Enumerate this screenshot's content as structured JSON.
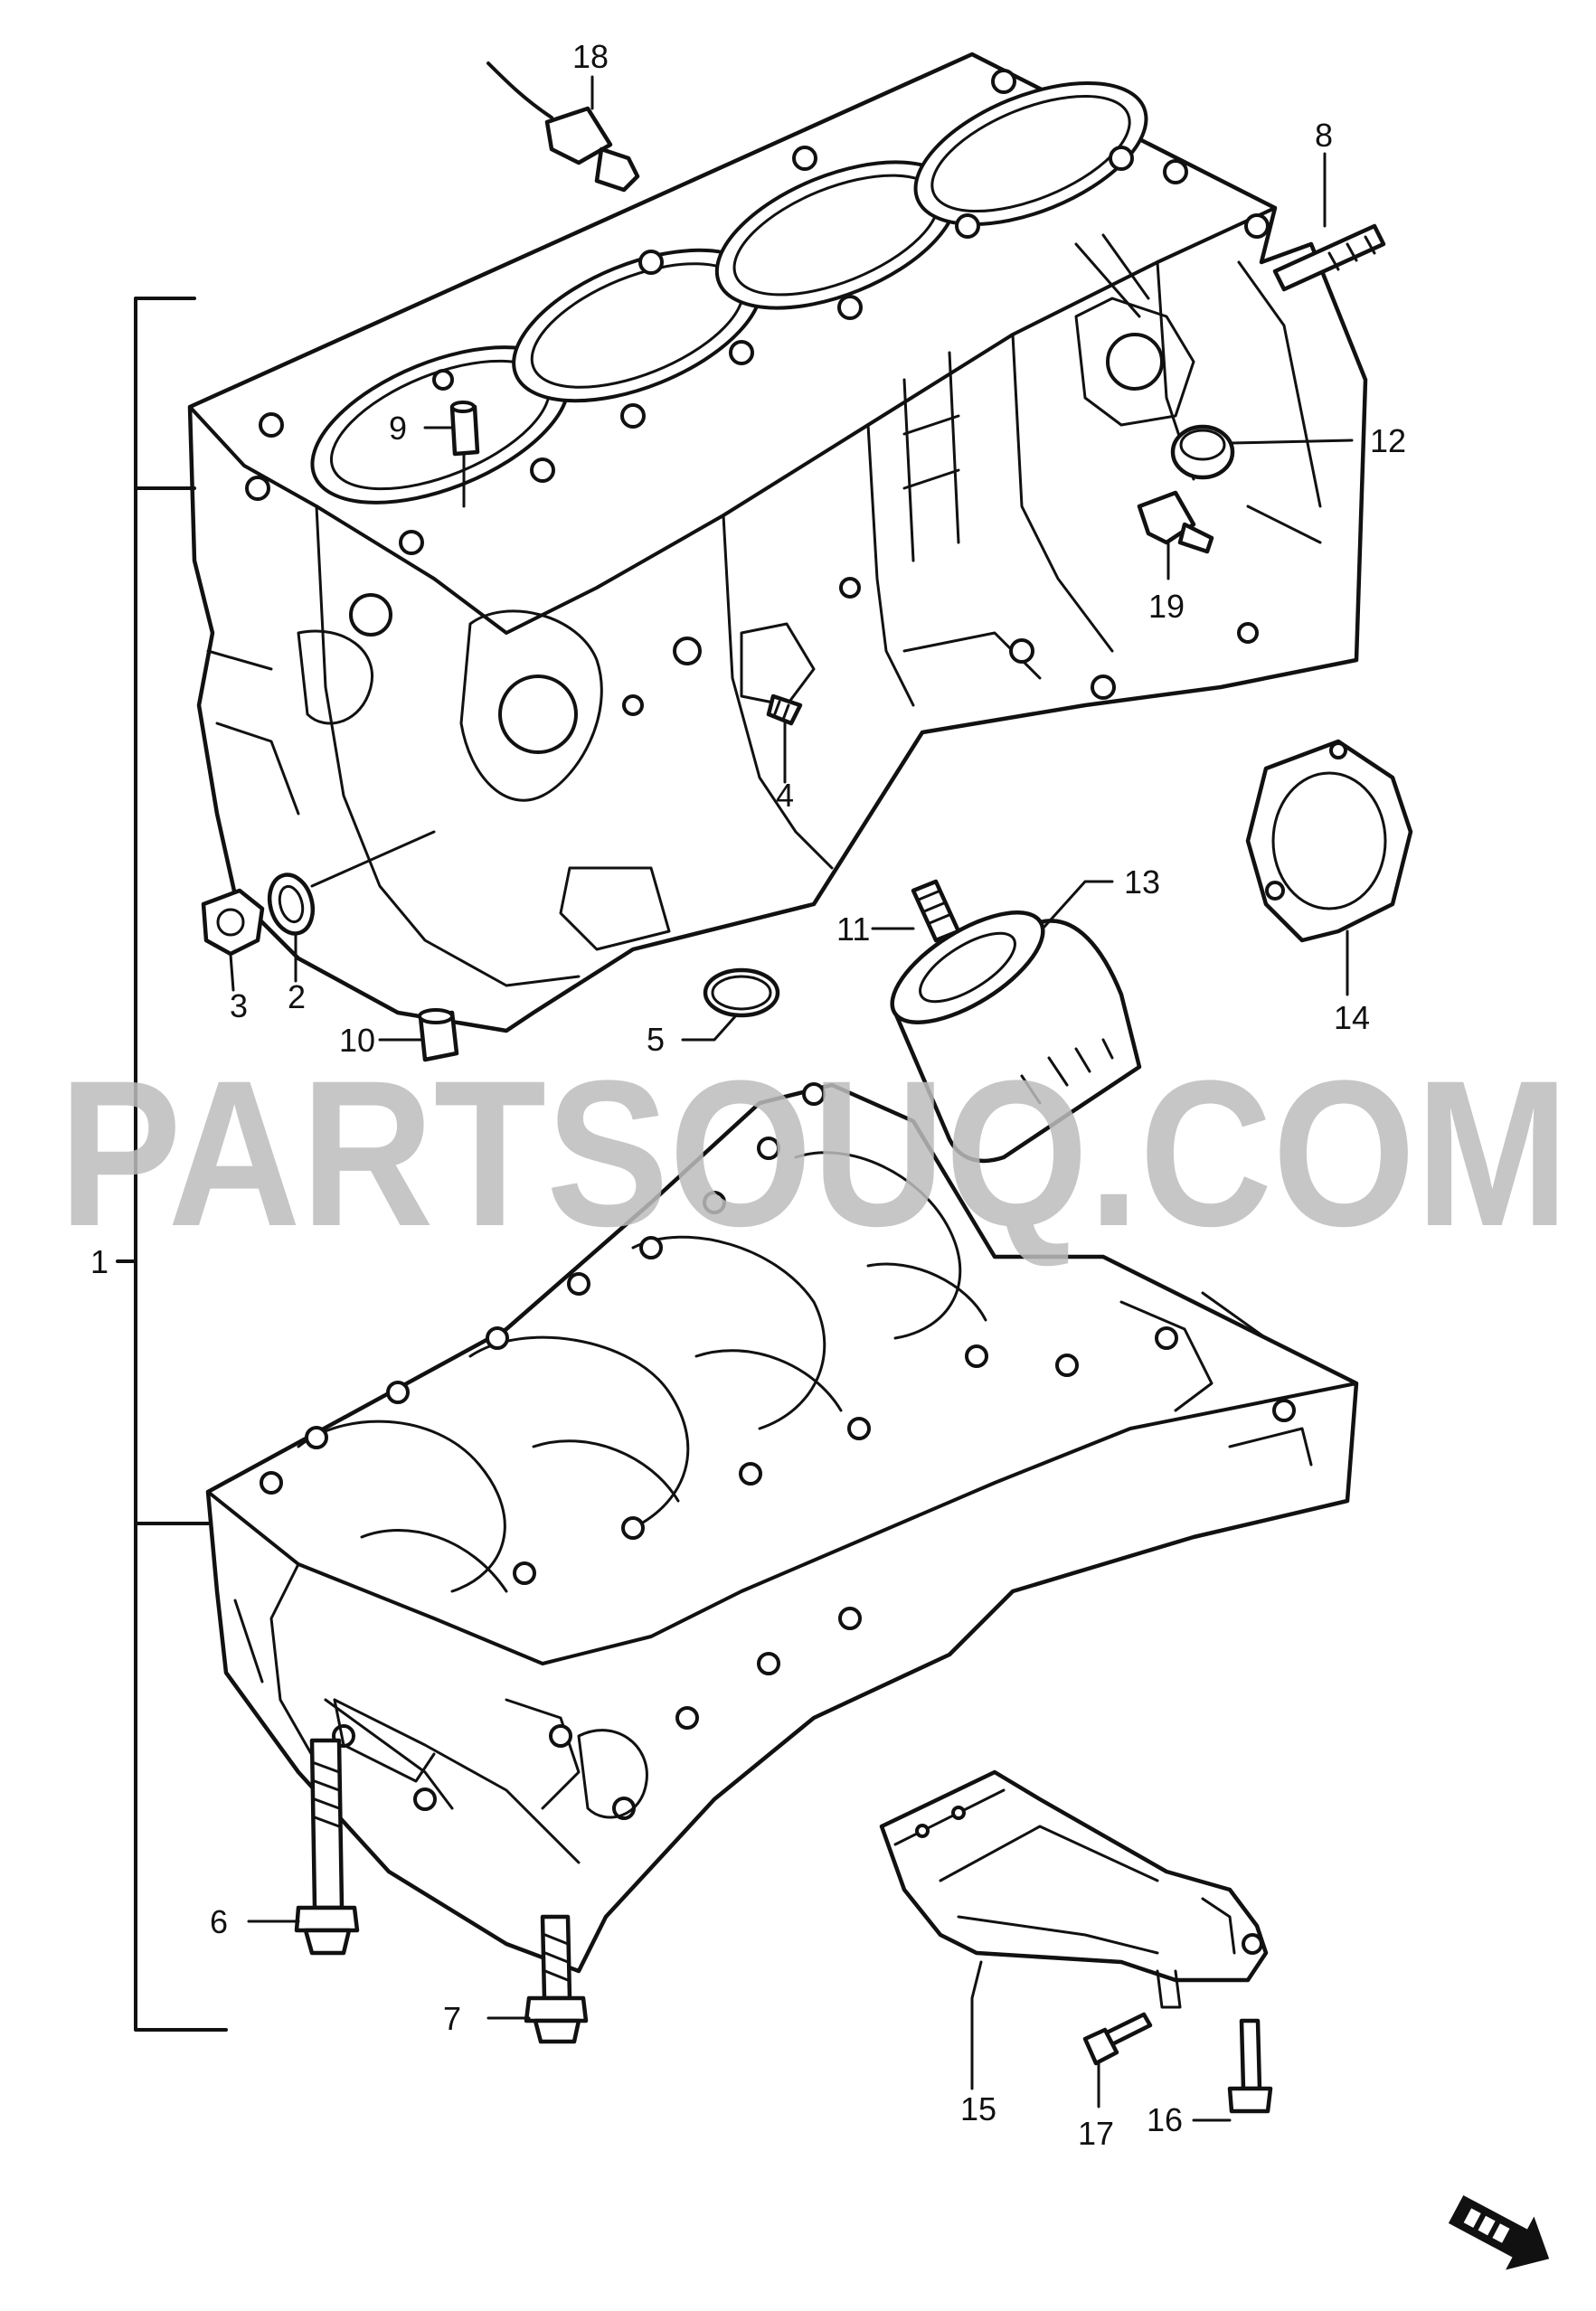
{
  "watermark": {
    "text": "PARTSOUQ.COM",
    "color": "#bdbdbd"
  },
  "callouts": {
    "c1": "1",
    "c2": "2",
    "c3": "3",
    "c4": "4",
    "c5": "5",
    "c6": "6",
    "c7": "7",
    "c8": "8",
    "c9": "9",
    "c10": "10",
    "c11": "11",
    "c12": "12",
    "c13": "13",
    "c14": "14",
    "c15": "15",
    "c16": "16",
    "c17": "17",
    "c18": "18",
    "c19": "19"
  },
  "direction_arrow": {
    "icon": "front-direction-arrow-icon"
  },
  "colors": {
    "line": "#111111",
    "background": "#ffffff"
  }
}
